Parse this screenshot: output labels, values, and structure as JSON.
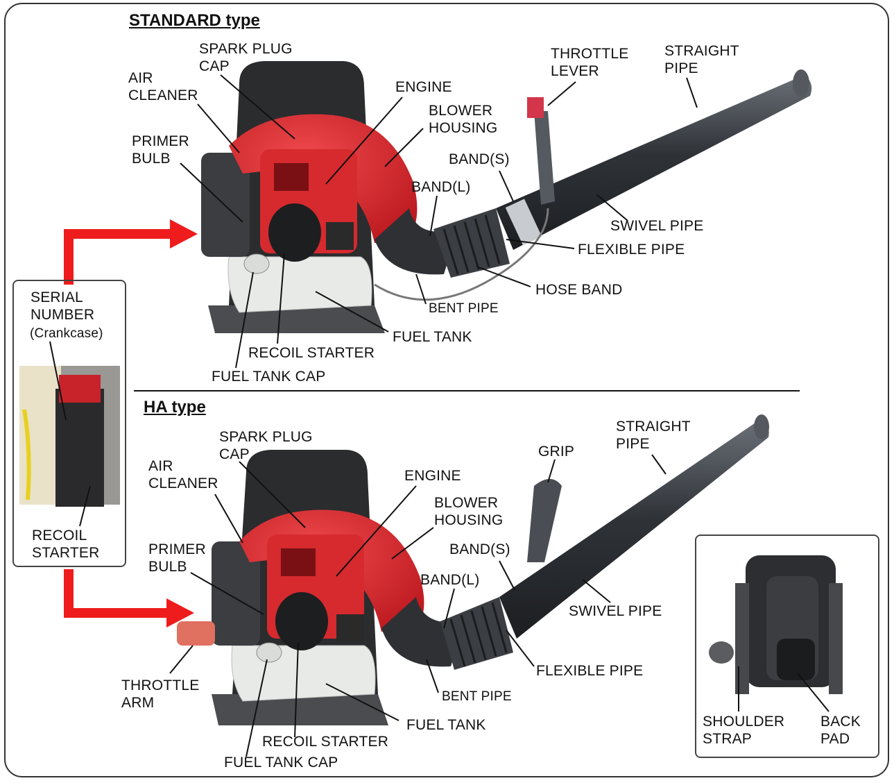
{
  "standard": {
    "heading": "STANDARD type",
    "labels": {
      "spark_plug_cap": "SPARK PLUG\nCAP",
      "air_cleaner": "AIR\nCLEANER",
      "engine": "ENGINE",
      "blower_housing": "BLOWER\nHOUSING",
      "throttle_lever": "THROTTLE\nLEVER",
      "straight_pipe": "STRAIGHT\nPIPE",
      "primer_bulb": "PRIMER\nBULB",
      "band_s": "BAND(S)",
      "band_l": "BAND(L)",
      "swivel_pipe": "SWIVEL PIPE",
      "flexible_pipe": "FLEXIBLE PIPE",
      "hose_band": "HOSE BAND",
      "bent_pipe": "BENT PIPE",
      "fuel_tank": "FUEL TANK",
      "recoil_starter": "RECOIL STARTER",
      "fuel_tank_cap": "FUEL TANK CAP"
    }
  },
  "ha": {
    "heading": "HA type",
    "labels": {
      "spark_plug_cap": "SPARK PLUG\nCAP",
      "air_cleaner": "AIR\nCLEANER",
      "engine": "ENGINE",
      "blower_housing": "BLOWER\nHOUSING",
      "grip": "GRIP",
      "straight_pipe": "STRAIGHT\nPIPE",
      "primer_bulb": "PRIMER\nBULB",
      "band_s": "BAND(S)",
      "band_l": "BAND(L)",
      "swivel_pipe": "SWIVEL PIPE",
      "flexible_pipe": "FLEXIBLE PIPE",
      "bent_pipe": "BENT PIPE",
      "fuel_tank": "FUEL TANK",
      "recoil_starter": "RECOIL STARTER",
      "fuel_tank_cap": "FUEL TANK CAP",
      "throttle_arm": "THROTTLE\nARM"
    }
  },
  "serial_panel": {
    "serial_number": "SERIAL\nNUMBER",
    "crankcase": "(Crankcase)",
    "recoil_starter": "RECOIL\nSTARTER"
  },
  "back_panel": {
    "shoulder_strap": "SHOULDER\nSTRAP",
    "back_pad": "BACK\nPAD"
  },
  "colors": {
    "arrow": "#ee1c1c",
    "engine_red": "#d9262c",
    "pipe": "#3a3d42",
    "frame": "#333333"
  }
}
